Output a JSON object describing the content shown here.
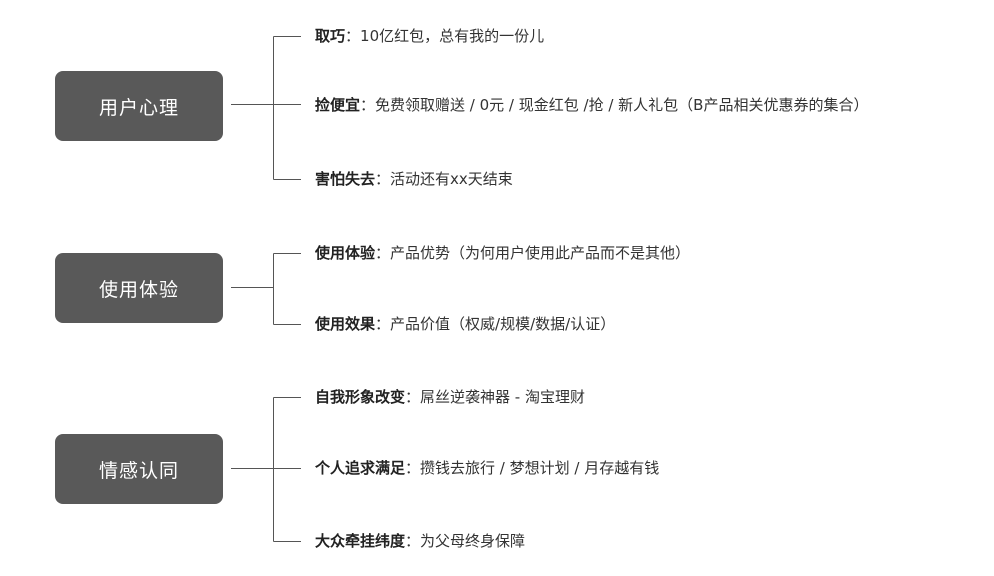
{
  "groups": [
    {
      "label": "用户心理",
      "items": [
        {
          "term": "取巧",
          "sep": "：",
          "desc": "10亿红包，总有我的一份儿"
        },
        {
          "term": "捡便宜",
          "sep": "：",
          "desc": "免费领取赠送 / 0元 / 现金红包 /抢 / 新人礼包（B产品相关优惠券的集合）"
        },
        {
          "term": "害怕失去",
          "sep": "：",
          "desc": "活动还有xx天结束"
        }
      ]
    },
    {
      "label": "使用体验",
      "items": [
        {
          "term": "使用体验",
          "sep": "：",
          "desc": "产品优势（为何用户使用此产品而不是其他）"
        },
        {
          "term": "使用效果",
          "sep": "：",
          "desc": "产品价值（权威/规模/数据/认证）"
        }
      ]
    },
    {
      "label": "情感认同",
      "items": [
        {
          "term": "自我形象改变",
          "sep": "：",
          "desc": "屌丝逆袭神器 - 淘宝理财"
        },
        {
          "term": "个人追求满足",
          "sep": "：",
          "desc": "攒钱去旅行 /  梦想计划 / 月存越有钱"
        },
        {
          "term": "大众牵挂纬度",
          "sep": "：",
          "desc": "为父母终身保障"
        }
      ]
    }
  ],
  "colors": {
    "box": "#595959",
    "line": "#555555"
  }
}
